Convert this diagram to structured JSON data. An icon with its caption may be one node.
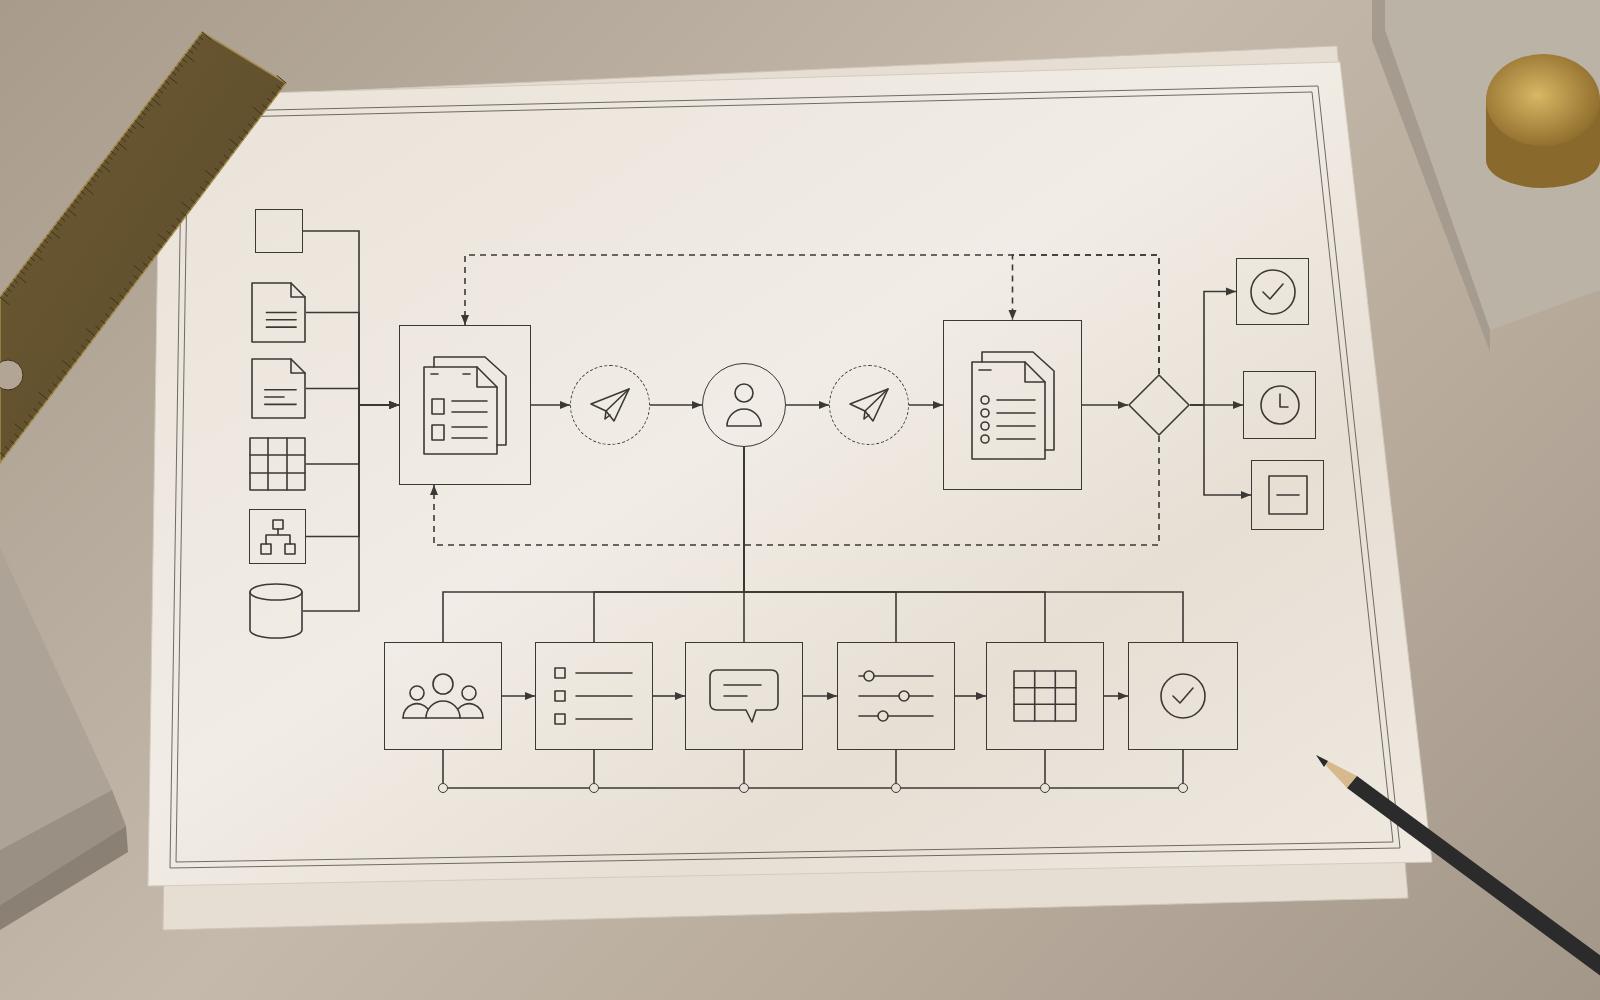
{
  "diagram": {
    "nodes": [
      {
        "text": [],
        "shape": "box"
      },
      {
        "text": [],
        "shape": "document"
      },
      {
        "text": [],
        "shape": "document"
      },
      {
        "text": [],
        "shape": "table"
      },
      {
        "text": [],
        "shape": "box"
      },
      {
        "text": [],
        "shape": "cylinder"
      },
      {
        "text": [],
        "shape": "box"
      },
      {
        "text": [],
        "shape": "circle"
      },
      {
        "text": [],
        "shape": "circle"
      },
      {
        "text": [],
        "shape": "circle"
      },
      {
        "text": [],
        "shape": "box"
      },
      {
        "text": [],
        "shape": "diamond"
      },
      {
        "text": [],
        "shape": "box"
      },
      {
        "text": [],
        "shape": "box"
      },
      {
        "text": [],
        "shape": "box"
      },
      {
        "text": [],
        "shape": "box"
      },
      {
        "text": [],
        "shape": "box"
      },
      {
        "text": [],
        "shape": "box"
      },
      {
        "text": [],
        "shape": "box"
      },
      {
        "text": [],
        "shape": "box"
      },
      {
        "text": [],
        "shape": "box"
      },
      {
        "text": [],
        "shape": "circle"
      },
      {
        "text": [],
        "shape": "circle"
      },
      {
        "text": [],
        "shape": "circle"
      },
      {
        "text": [],
        "shape": "circle"
      },
      {
        "text": [],
        "shape": "circle"
      },
      {
        "text": [],
        "shape": "circle"
      }
    ],
    "edges": [
      {
        "from": 0,
        "to": 6,
        "arrow": "to"
      },
      {
        "from": 1,
        "to": 6,
        "arrow": "to"
      },
      {
        "from": 2,
        "to": 6,
        "arrow": "to"
      },
      {
        "from": 3,
        "to": 6,
        "arrow": "to"
      },
      {
        "from": 4,
        "to": 6,
        "arrow": "to"
      },
      {
        "from": 5,
        "to": 6,
        "arrow": "to"
      },
      {
        "from": 6,
        "to": 7,
        "arrow": "to"
      },
      {
        "from": 7,
        "to": 8,
        "arrow": "to"
      },
      {
        "from": 8,
        "to": 9,
        "arrow": "to"
      },
      {
        "from": 9,
        "to": 10,
        "arrow": "to"
      },
      {
        "from": 10,
        "to": 11,
        "arrow": "to"
      },
      {
        "from": 11,
        "to": 12,
        "arrow": "to"
      },
      {
        "from": 11,
        "to": 13,
        "arrow": "to"
      },
      {
        "from": 11,
        "to": 14,
        "arrow": "to"
      },
      {
        "from": 11,
        "to": 6,
        "arrow": "to",
        "style": "dashed"
      },
      {
        "from": 11,
        "to": 10,
        "arrow": "to",
        "style": "dashed"
      },
      {
        "from": 11,
        "to": 6,
        "arrow": "to",
        "style": "dashed"
      },
      {
        "from": 8,
        "to": 15,
        "arrow": "none"
      },
      {
        "from": 8,
        "to": 16,
        "arrow": "none"
      },
      {
        "from": 8,
        "to": 17,
        "arrow": "none"
      },
      {
        "from": 8,
        "to": 18,
        "arrow": "none"
      },
      {
        "from": 8,
        "to": 19,
        "arrow": "none"
      },
      {
        "from": 8,
        "to": 20,
        "arrow": "none"
      },
      {
        "from": 15,
        "to": 16,
        "arrow": "to"
      },
      {
        "from": 16,
        "to": 17,
        "arrow": "to"
      },
      {
        "from": 17,
        "to": 18,
        "arrow": "to"
      },
      {
        "from": 18,
        "to": 19,
        "arrow": "to"
      },
      {
        "from": 19,
        "to": 20,
        "arrow": "to"
      },
      {
        "from": 15,
        "to": 21,
        "arrow": "none"
      },
      {
        "from": 16,
        "to": 22,
        "arrow": "none"
      },
      {
        "from": 17,
        "to": 23,
        "arrow": "none"
      },
      {
        "from": 18,
        "to": 24,
        "arrow": "none"
      },
      {
        "from": 19,
        "to": 25,
        "arrow": "none"
      },
      {
        "from": 20,
        "to": 26,
        "arrow": "none"
      },
      {
        "from": 21,
        "to": 22,
        "arrow": "none"
      },
      {
        "from": 22,
        "to": 23,
        "arrow": "none"
      },
      {
        "from": 23,
        "to": 24,
        "arrow": "none"
      },
      {
        "from": 24,
        "to": 25,
        "arrow": "none"
      },
      {
        "from": 25,
        "to": 26,
        "arrow": "none"
      }
    ]
  }
}
